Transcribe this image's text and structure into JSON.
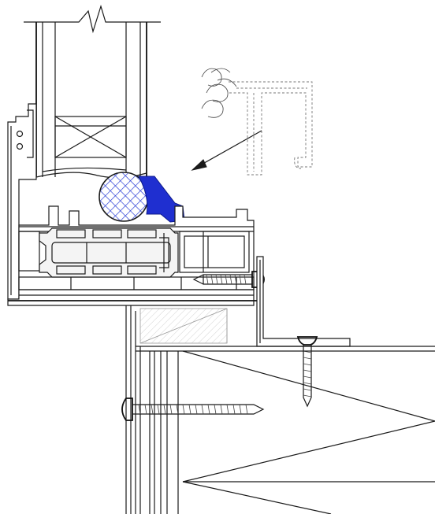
{
  "drawing": {
    "colors": {
      "line": "#1a1a1a",
      "background": "#ffffff",
      "gasket_highlight": "#1f2fd0",
      "cord_mesh": "#2b3fd6",
      "dashed_detail": "#777777"
    },
    "components": [
      "glazing-unit",
      "glazing-bead",
      "backer-rod-cord",
      "glazing-gasket",
      "frame-profile",
      "thermal-break-chambers",
      "frame-fixing-screw",
      "angle-bracket",
      "bracket-screw",
      "structural-opening",
      "lintel-fixing-screw",
      "gasket-detail-callout",
      "callout-arrow"
    ]
  }
}
